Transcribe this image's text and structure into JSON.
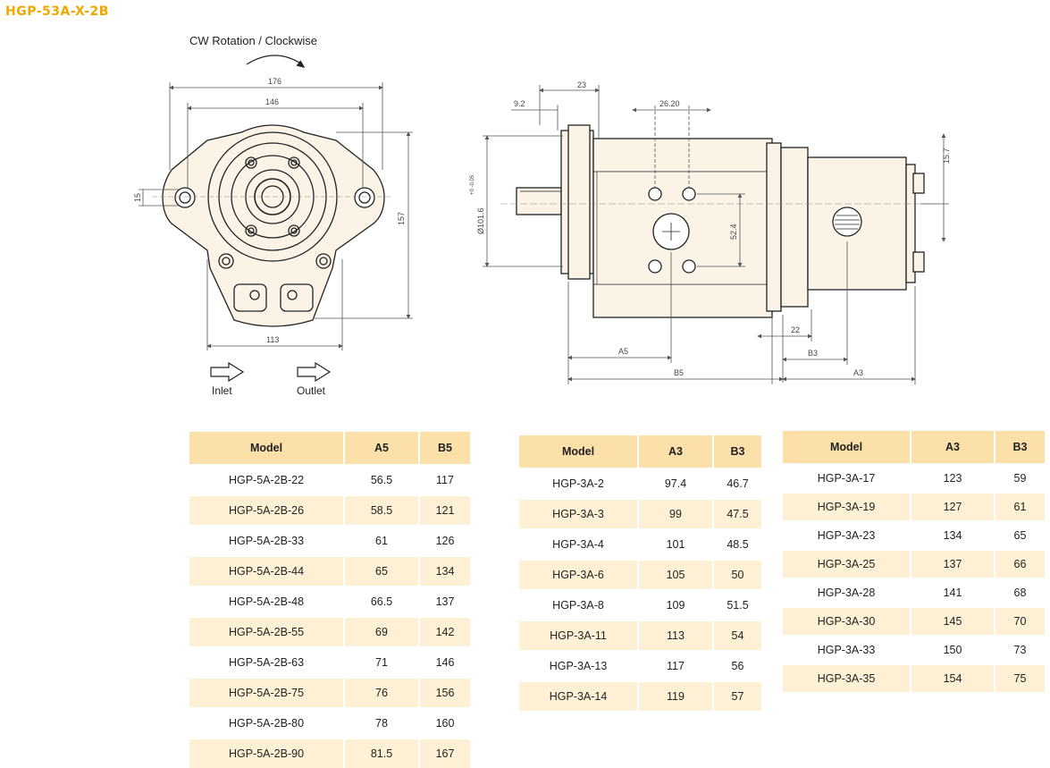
{
  "title": "HGP-53A-X-2B",
  "drawing": {
    "rotation": "CW Rotation / Clockwise",
    "inlet": "Inlet",
    "outlet": "Outlet",
    "front_dims": {
      "d176": "176",
      "d146": "146",
      "d15": "15",
      "d157": "157",
      "d113": "113"
    },
    "side_dims": {
      "d23": "23",
      "d92": "9.2",
      "d2620": "26.20",
      "d157b": "15.7",
      "dia": "Ø101.6",
      "tol": "+0 -0.05",
      "d524": "52.4",
      "d22": "22",
      "a5": "A5",
      "b5": "B5",
      "b3": "B3",
      "a3": "A3"
    }
  },
  "table1": {
    "headers": [
      "Model",
      "A5",
      "B5"
    ],
    "rows": [
      [
        "HGP-5A-2B-22",
        "56.5",
        "117"
      ],
      [
        "HGP-5A-2B-26",
        "58.5",
        "121"
      ],
      [
        "HGP-5A-2B-33",
        "61",
        "126"
      ],
      [
        "HGP-5A-2B-44",
        "65",
        "134"
      ],
      [
        "HGP-5A-2B-48",
        "66.5",
        "137"
      ],
      [
        "HGP-5A-2B-55",
        "69",
        "142"
      ],
      [
        "HGP-5A-2B-63",
        "71",
        "146"
      ],
      [
        "HGP-5A-2B-75",
        "76",
        "156"
      ],
      [
        "HGP-5A-2B-80",
        "78",
        "160"
      ],
      [
        "HGP-5A-2B-90",
        "81.5",
        "167"
      ]
    ]
  },
  "table2": {
    "headers": [
      "Model",
      "A3",
      "B3"
    ],
    "rows": [
      [
        "HGP-3A-2",
        "97.4",
        "46.7"
      ],
      [
        "HGP-3A-3",
        "99",
        "47.5"
      ],
      [
        "HGP-3A-4",
        "101",
        "48.5"
      ],
      [
        "HGP-3A-6",
        "105",
        "50"
      ],
      [
        "HGP-3A-8",
        "109",
        "51.5"
      ],
      [
        "HGP-3A-11",
        "113",
        "54"
      ],
      [
        "HGP-3A-13",
        "117",
        "56"
      ],
      [
        "HGP-3A-14",
        "119",
        "57"
      ]
    ]
  },
  "table3": {
    "headers": [
      "Model",
      "A3",
      "B3"
    ],
    "rows": [
      [
        "HGP-3A-17",
        "123",
        "59"
      ],
      [
        "HGP-3A-19",
        "127",
        "61"
      ],
      [
        "HGP-3A-23",
        "134",
        "65"
      ],
      [
        "HGP-3A-25",
        "137",
        "66"
      ],
      [
        "HGP-3A-28",
        "141",
        "68"
      ],
      [
        "HGP-3A-30",
        "145",
        "70"
      ],
      [
        "HGP-3A-33",
        "150",
        "73"
      ],
      [
        "HGP-3A-35",
        "154",
        "75"
      ]
    ]
  },
  "colors": {
    "title": "#f0a800",
    "header_bg": "#fbe1a9",
    "row_alt": "#fdf0d4",
    "body_fill": "#fbf4e6"
  }
}
